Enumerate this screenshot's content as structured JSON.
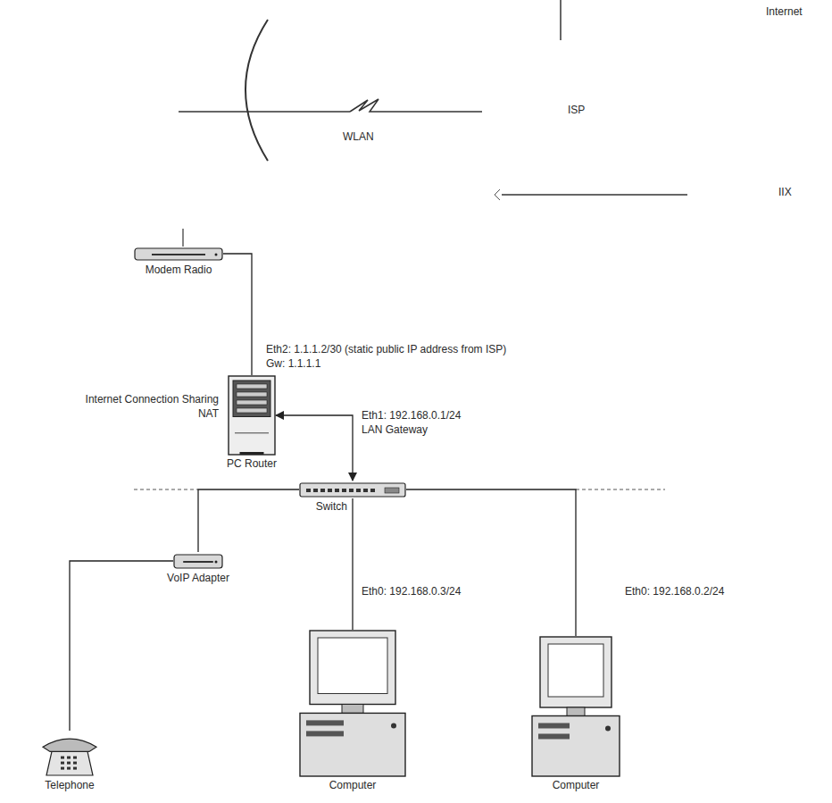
{
  "diagram": {
    "nodes": [
      {
        "text": [
          "Modem Radio"
        ]
      },
      {
        "text": [
          "PC Router"
        ]
      },
      {
        "text": [
          "Switch"
        ]
      },
      {
        "text": [
          "VoIP Adapter"
        ]
      },
      {
        "text": [
          "Telephone"
        ]
      },
      {
        "text": [
          "Computer"
        ]
      },
      {
        "text": [
          "Computer"
        ]
      }
    ],
    "edges": [
      {
        "from": 0,
        "to": 1,
        "arrow": "none"
      },
      {
        "from": 1,
        "to": 2,
        "arrow": "both"
      },
      {
        "from": 2,
        "to": 5,
        "arrow": "none"
      },
      {
        "from": 2,
        "to": 6,
        "arrow": "none"
      },
      {
        "from": 2,
        "to": 3,
        "arrow": "none"
      },
      {
        "from": 3,
        "to": 4,
        "arrow": "none"
      }
    ],
    "labels": [
      "Internet",
      "ISP",
      "IIX",
      "WLAN",
      "Eth2: 1.1.1.2/30 (static public IP address from ISP)",
      "Gw: 1.1.1.1",
      "Internet Connection Sharing",
      "NAT",
      "Eth1: 192.168.0.1/24",
      "LAN Gateway",
      "Eth0: 192.168.0.3/24",
      "Eth0: 192.168.0.2/24"
    ]
  }
}
